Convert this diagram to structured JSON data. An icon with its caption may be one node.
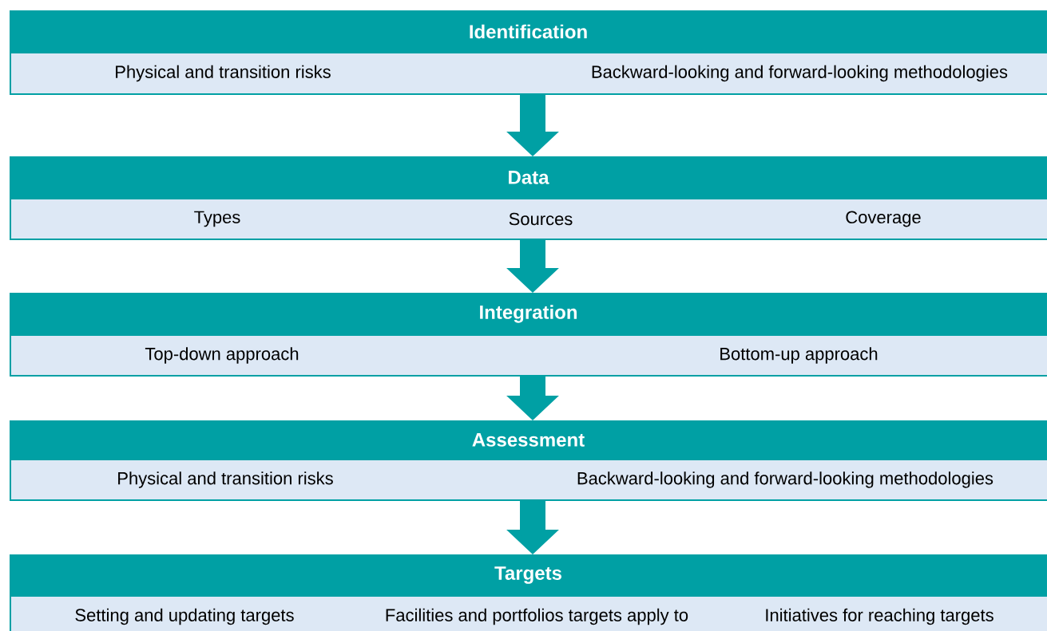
{
  "diagram": {
    "nodes": [
      {
        "text": [
          "Identification",
          "Physical and transition risks",
          "Backward-looking and forward-looking methodologies"
        ]
      },
      {
        "text": [
          "Data",
          "Types",
          "Sources",
          "Coverage"
        ]
      },
      {
        "text": [
          "Integration",
          "Top-down approach",
          "Bottom-up approach"
        ]
      },
      {
        "text": [
          "Assessment",
          "Physical and transition risks",
          "Backward-looking and forward-looking methodologies"
        ]
      },
      {
        "text": [
          "Targets",
          "Setting and updating targets",
          "Facilities and portfolios targets apply to",
          "Initiatives for reaching targets"
        ]
      }
    ],
    "edges": [
      {
        "from": 0,
        "to": 1,
        "arrow": "to"
      },
      {
        "from": 1,
        "to": 2,
        "arrow": "to"
      },
      {
        "from": 2,
        "to": 3,
        "arrow": "to"
      },
      {
        "from": 3,
        "to": 4,
        "arrow": "to"
      }
    ]
  }
}
